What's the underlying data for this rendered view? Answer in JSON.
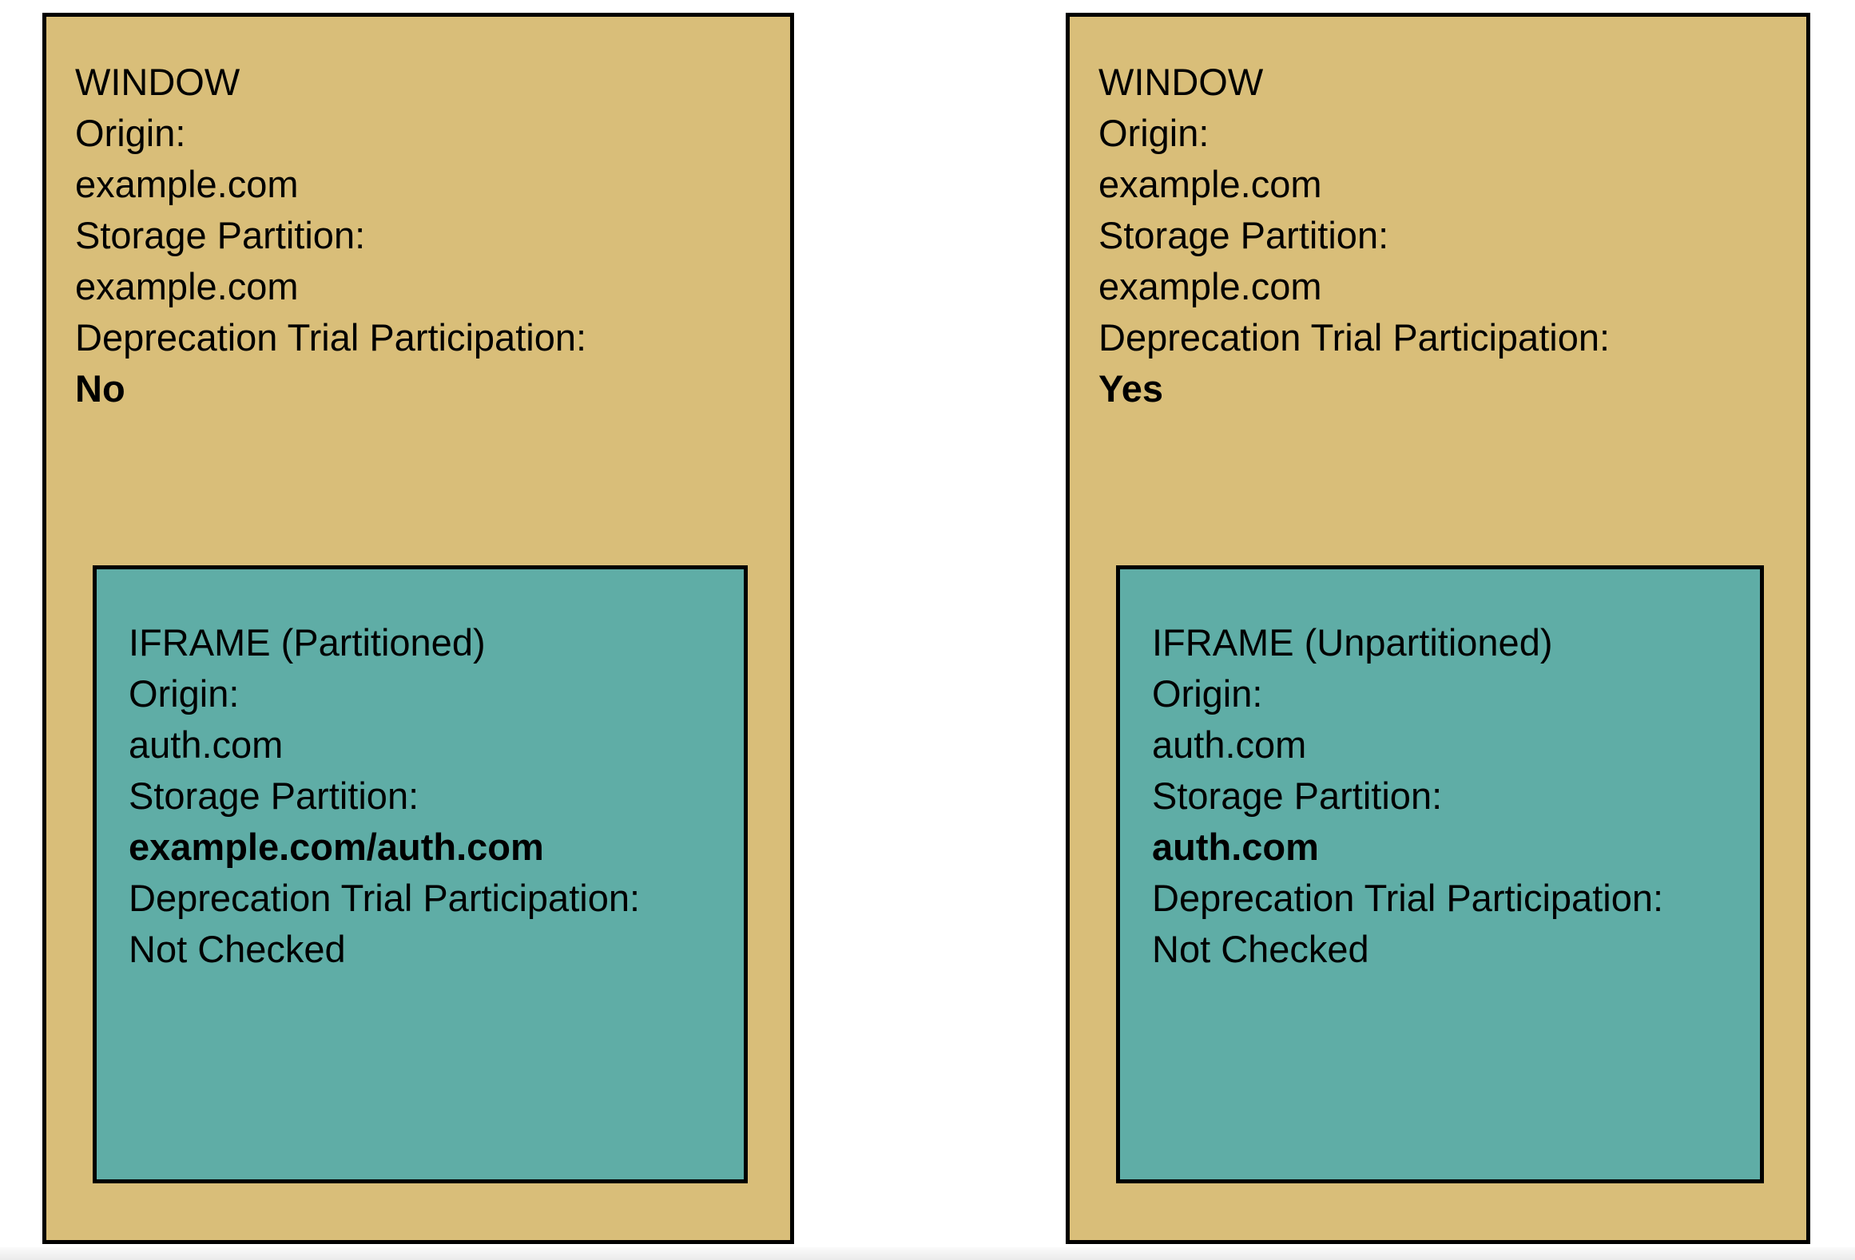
{
  "page": {
    "background": "#ffffff",
    "footer_strip": "#ebebeb"
  },
  "colors": {
    "window_bg": "#d9be79",
    "iframe_bg": "#5fada6",
    "border": "#000000",
    "text": "#000000"
  },
  "windows": [
    {
      "title": "WINDOW",
      "fields": {
        "origin_label": "Origin:",
        "origin_value": "example.com",
        "partition_label": "Storage Partition:",
        "partition_value": "example.com",
        "trial_label": "Deprecation Trial Participation:",
        "trial_value": "No"
      },
      "iframe": {
        "title": "IFRAME (Partitioned)",
        "fields": {
          "origin_label": "Origin:",
          "origin_value": "auth.com",
          "partition_label": "Storage Partition:",
          "partition_value": "example.com/auth.com",
          "trial_label": "Deprecation Trial Participation:",
          "trial_value": "Not Checked"
        }
      }
    },
    {
      "title": "WINDOW",
      "fields": {
        "origin_label": "Origin:",
        "origin_value": "example.com",
        "partition_label": "Storage Partition:",
        "partition_value": "example.com",
        "trial_label": "Deprecation Trial Participation:",
        "trial_value": "Yes"
      },
      "iframe": {
        "title": "IFRAME (Unpartitioned)",
        "fields": {
          "origin_label": "Origin:",
          "origin_value": "auth.com",
          "partition_label": "Storage Partition:",
          "partition_value": "auth.com",
          "trial_label": "Deprecation Trial Participation:",
          "trial_value": "Not Checked"
        }
      }
    }
  ]
}
